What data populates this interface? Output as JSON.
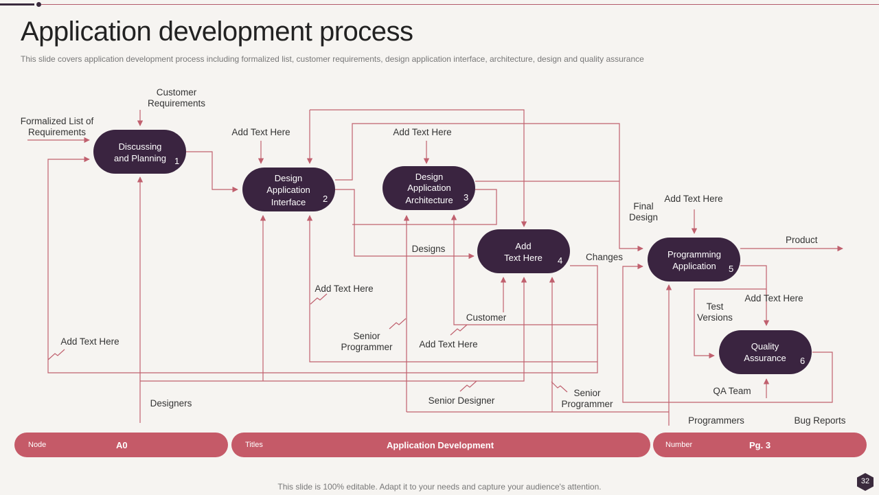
{
  "header": {
    "title": "Application development process",
    "subtitle": "This slide covers application development process including formalized list, customer requirements, design application interface, architecture, design and quality assurance"
  },
  "nodes": [
    {
      "lines": [
        "Discussing",
        "and Planning"
      ],
      "num": "1"
    },
    {
      "lines": [
        "Design",
        "Application",
        "Interface"
      ],
      "num": "2"
    },
    {
      "lines": [
        "Design",
        "Application",
        "Architecture"
      ],
      "num": "3"
    },
    {
      "lines": [
        "Add",
        "Text Here"
      ],
      "num": "4"
    },
    {
      "lines": [
        "Programming",
        "Application"
      ],
      "num": "5"
    },
    {
      "lines": [
        "Quality",
        "Assurance"
      ],
      "num": "6"
    }
  ],
  "labels": {
    "customer_requirements": [
      "Customer",
      "Requirements"
    ],
    "formalized_list": [
      "Formalized List of",
      "Requirements"
    ],
    "add_text_1": "Add Text Here",
    "add_text_2": "Add Text Here",
    "add_text_3": "Add Text Here",
    "add_text_4": "Add Text Here",
    "add_text_5": "Add Text Here",
    "add_text_6": "Add Text Here",
    "add_text_7": "Add Text Here",
    "final_design": [
      "Final",
      "Design"
    ],
    "product": "Product",
    "designs": "Designs",
    "changes": "Changes",
    "test_versions": [
      "Test",
      "Versions"
    ],
    "customer": "Customer",
    "senior_programmer_1": [
      "Senior",
      "Programmer"
    ],
    "senior_programmer_2": [
      "Senior",
      "Programmer"
    ],
    "senior_designer": "Senior Designer",
    "designers": "Designers",
    "qa_team": "QA Team",
    "programmers": "Programmers",
    "bug_reports": "Bug Reports"
  },
  "footer": {
    "node_key": "Node",
    "node_value": "A0",
    "titles_key": "Titles",
    "titles_value": "Application Development",
    "number_key": "Number",
    "number_value": "Pg. 3",
    "note": "This slide is 100% editable. Adapt it to your needs and capture your audience's attention.",
    "page": "32"
  },
  "colors": {
    "line": "#c0606e",
    "node": "#3a2440",
    "pill": "#c55a68",
    "dark": "#3a2a3d"
  }
}
